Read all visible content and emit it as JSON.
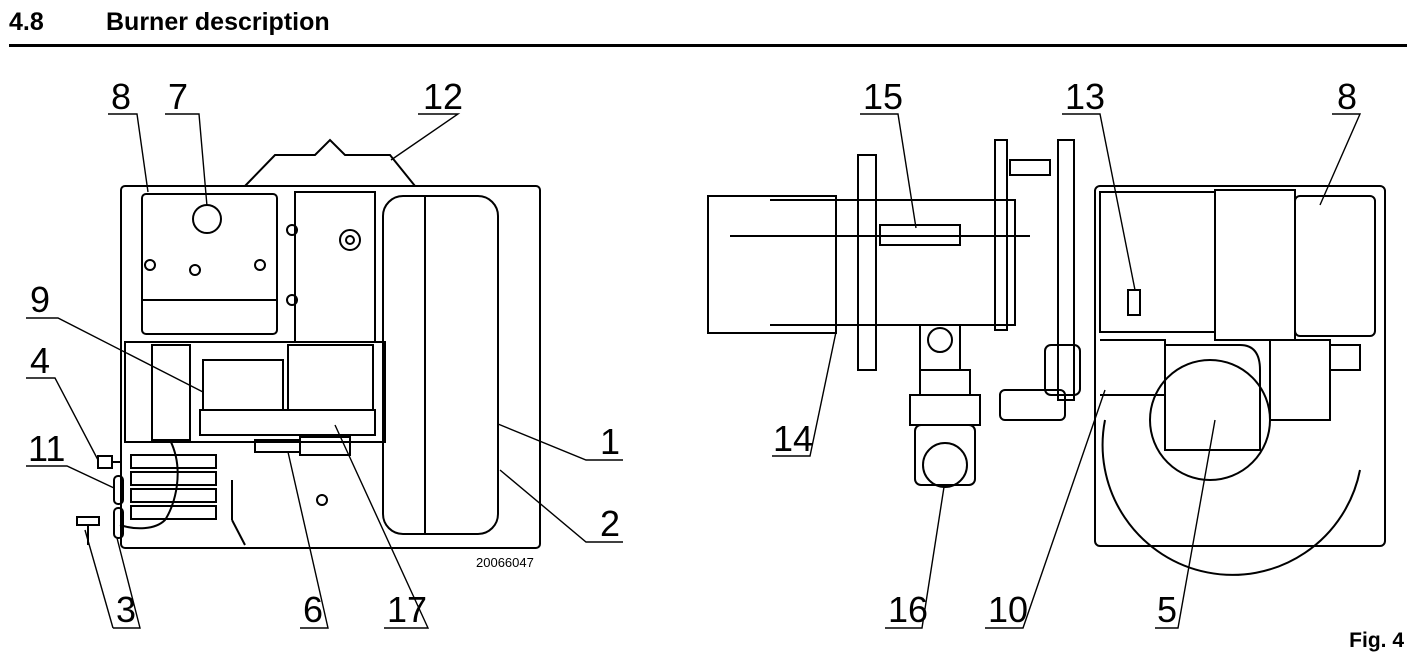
{
  "section": {
    "number": "4.8",
    "title": "Burner description"
  },
  "figure": {
    "label": "Fig. 4",
    "drawing_number": "20066047"
  },
  "callouts_left": [
    "8",
    "7",
    "12",
    "9",
    "4",
    "11",
    "1",
    "2",
    "3",
    "6",
    "17"
  ],
  "callouts_right": [
    "15",
    "13",
    "8",
    "14",
    "16",
    "10",
    "5"
  ]
}
